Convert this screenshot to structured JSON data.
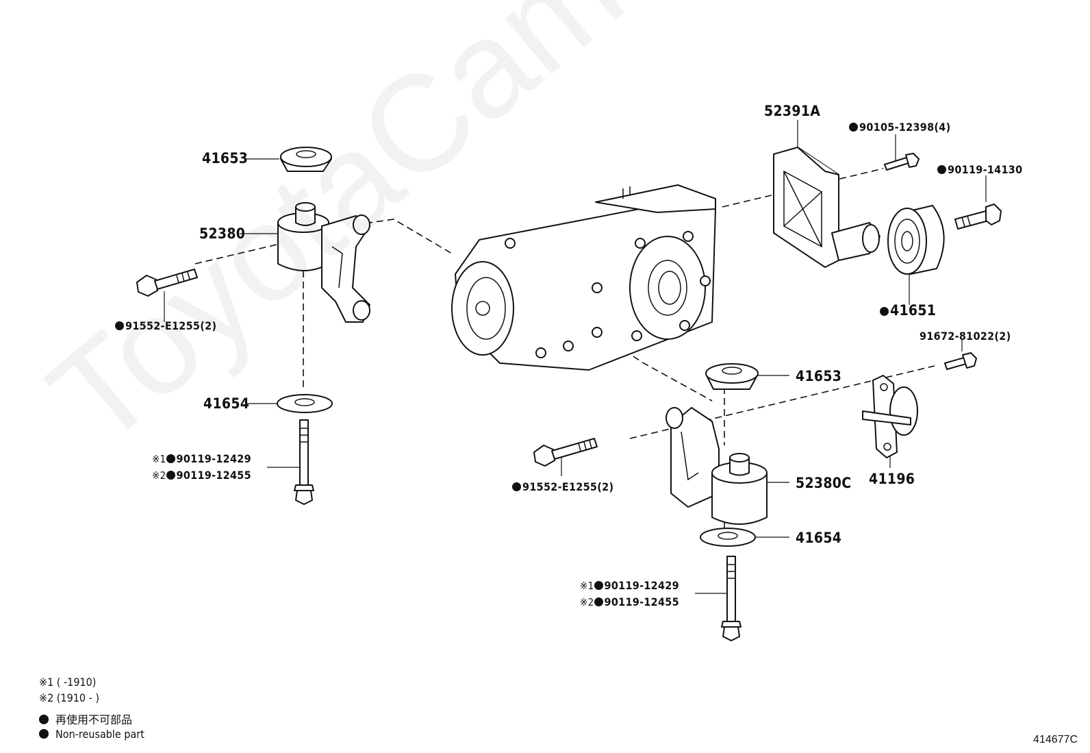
{
  "watermark": "ToyotaCamry.ru",
  "figure_code": "414677C",
  "labels": {
    "l41653_left": "41653",
    "l52380": "52380",
    "l91552_left": "91552-E1255(2)",
    "l41654_left": "41654",
    "l90119_12429_left": "90119-12429",
    "l90119_12455_left": "90119-12455",
    "l52391A": "52391A",
    "l90105": "90105-12398(4)",
    "l90119_14130": "90119-14130",
    "l41651": "41651",
    "l91672": "91672-81022(2)",
    "l41196": "41196",
    "l41653_right": "41653",
    "l52380C": "52380C",
    "l91552_right": "91552-E1255(2)",
    "l41654_right": "41654",
    "l90119_12429_right": "90119-12429",
    "l90119_12455_right": "90119-12455",
    "mark1": "※1",
    "mark2": "※2"
  },
  "legend": {
    "line1": "※1 (       -1910)",
    "line2": "※2 (1910 -       )",
    "line3": "再使用不可部品",
    "line4": "Non-reusable part"
  }
}
